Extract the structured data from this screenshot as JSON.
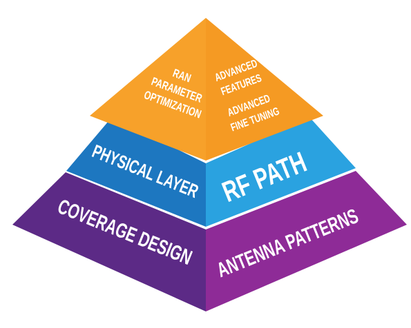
{
  "colors": {
    "top_left": "#f7a12a",
    "top_right": "#f59a23",
    "middle_left": "#1d77c0",
    "middle_right": "#2aa2e0",
    "bottom_left": "#5c2a86",
    "bottom_right": "#8e2b97",
    "text": "#ffffff"
  },
  "tiers": {
    "top": {
      "left": {
        "lines": [
          "RAN",
          "PARAMETER",
          "OPTIMIZATION"
        ]
      },
      "right": {
        "lines": [
          "ADVANCED",
          "FEATURES",
          "ADVANCED",
          "FINE TUNING"
        ]
      }
    },
    "middle": {
      "left": {
        "label": "PHYSICAL LAYER"
      },
      "right": {
        "label": "RF PATH"
      }
    },
    "bottom": {
      "left": {
        "label": "COVERAGE DESIGN"
      },
      "right": {
        "label": "ANTENNA PATTERNS"
      }
    }
  }
}
